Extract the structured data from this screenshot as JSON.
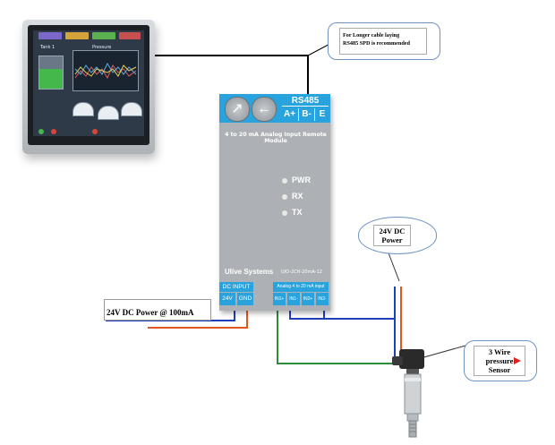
{
  "hmi": {
    "tab_left": "Tank 1",
    "tab_right": "Pressure"
  },
  "module": {
    "port_label": "RS485",
    "terminals": [
      "A+",
      "B-",
      "E"
    ],
    "title": "4 to 20 mA Analog Input Remote Module",
    "leds": [
      "PWR",
      "RX",
      "TX"
    ],
    "brand": "Ulive Systems",
    "model": "UIO-2CH-20mA-12",
    "dc_input_label": "DC INPUT",
    "dc_terminals": [
      "24V",
      "GND"
    ],
    "analog_label": "Analog 4 to 20 mA input",
    "analog_terminals": [
      "IN1+",
      "IN1-",
      "IN2+",
      "IN2-"
    ]
  },
  "callouts": {
    "cable_note_line1": "For Longer cable laying",
    "cable_note_line2": "RS485 SPD is recommended",
    "power_bubble_line1": "24V DC",
    "power_bubble_line2": "Power",
    "sensor_line1": "3 Wire",
    "sensor_line2": "pressure",
    "sensor_line3": "Sensor"
  },
  "power_label": "24V DC Power @ 100mA",
  "colors": {
    "module_blue": "#29a3dd",
    "wire_blue": "#1f3fb8",
    "wire_orange": "#e0561f",
    "wire_green": "#2f8a3a",
    "wire_black": "#000000"
  }
}
